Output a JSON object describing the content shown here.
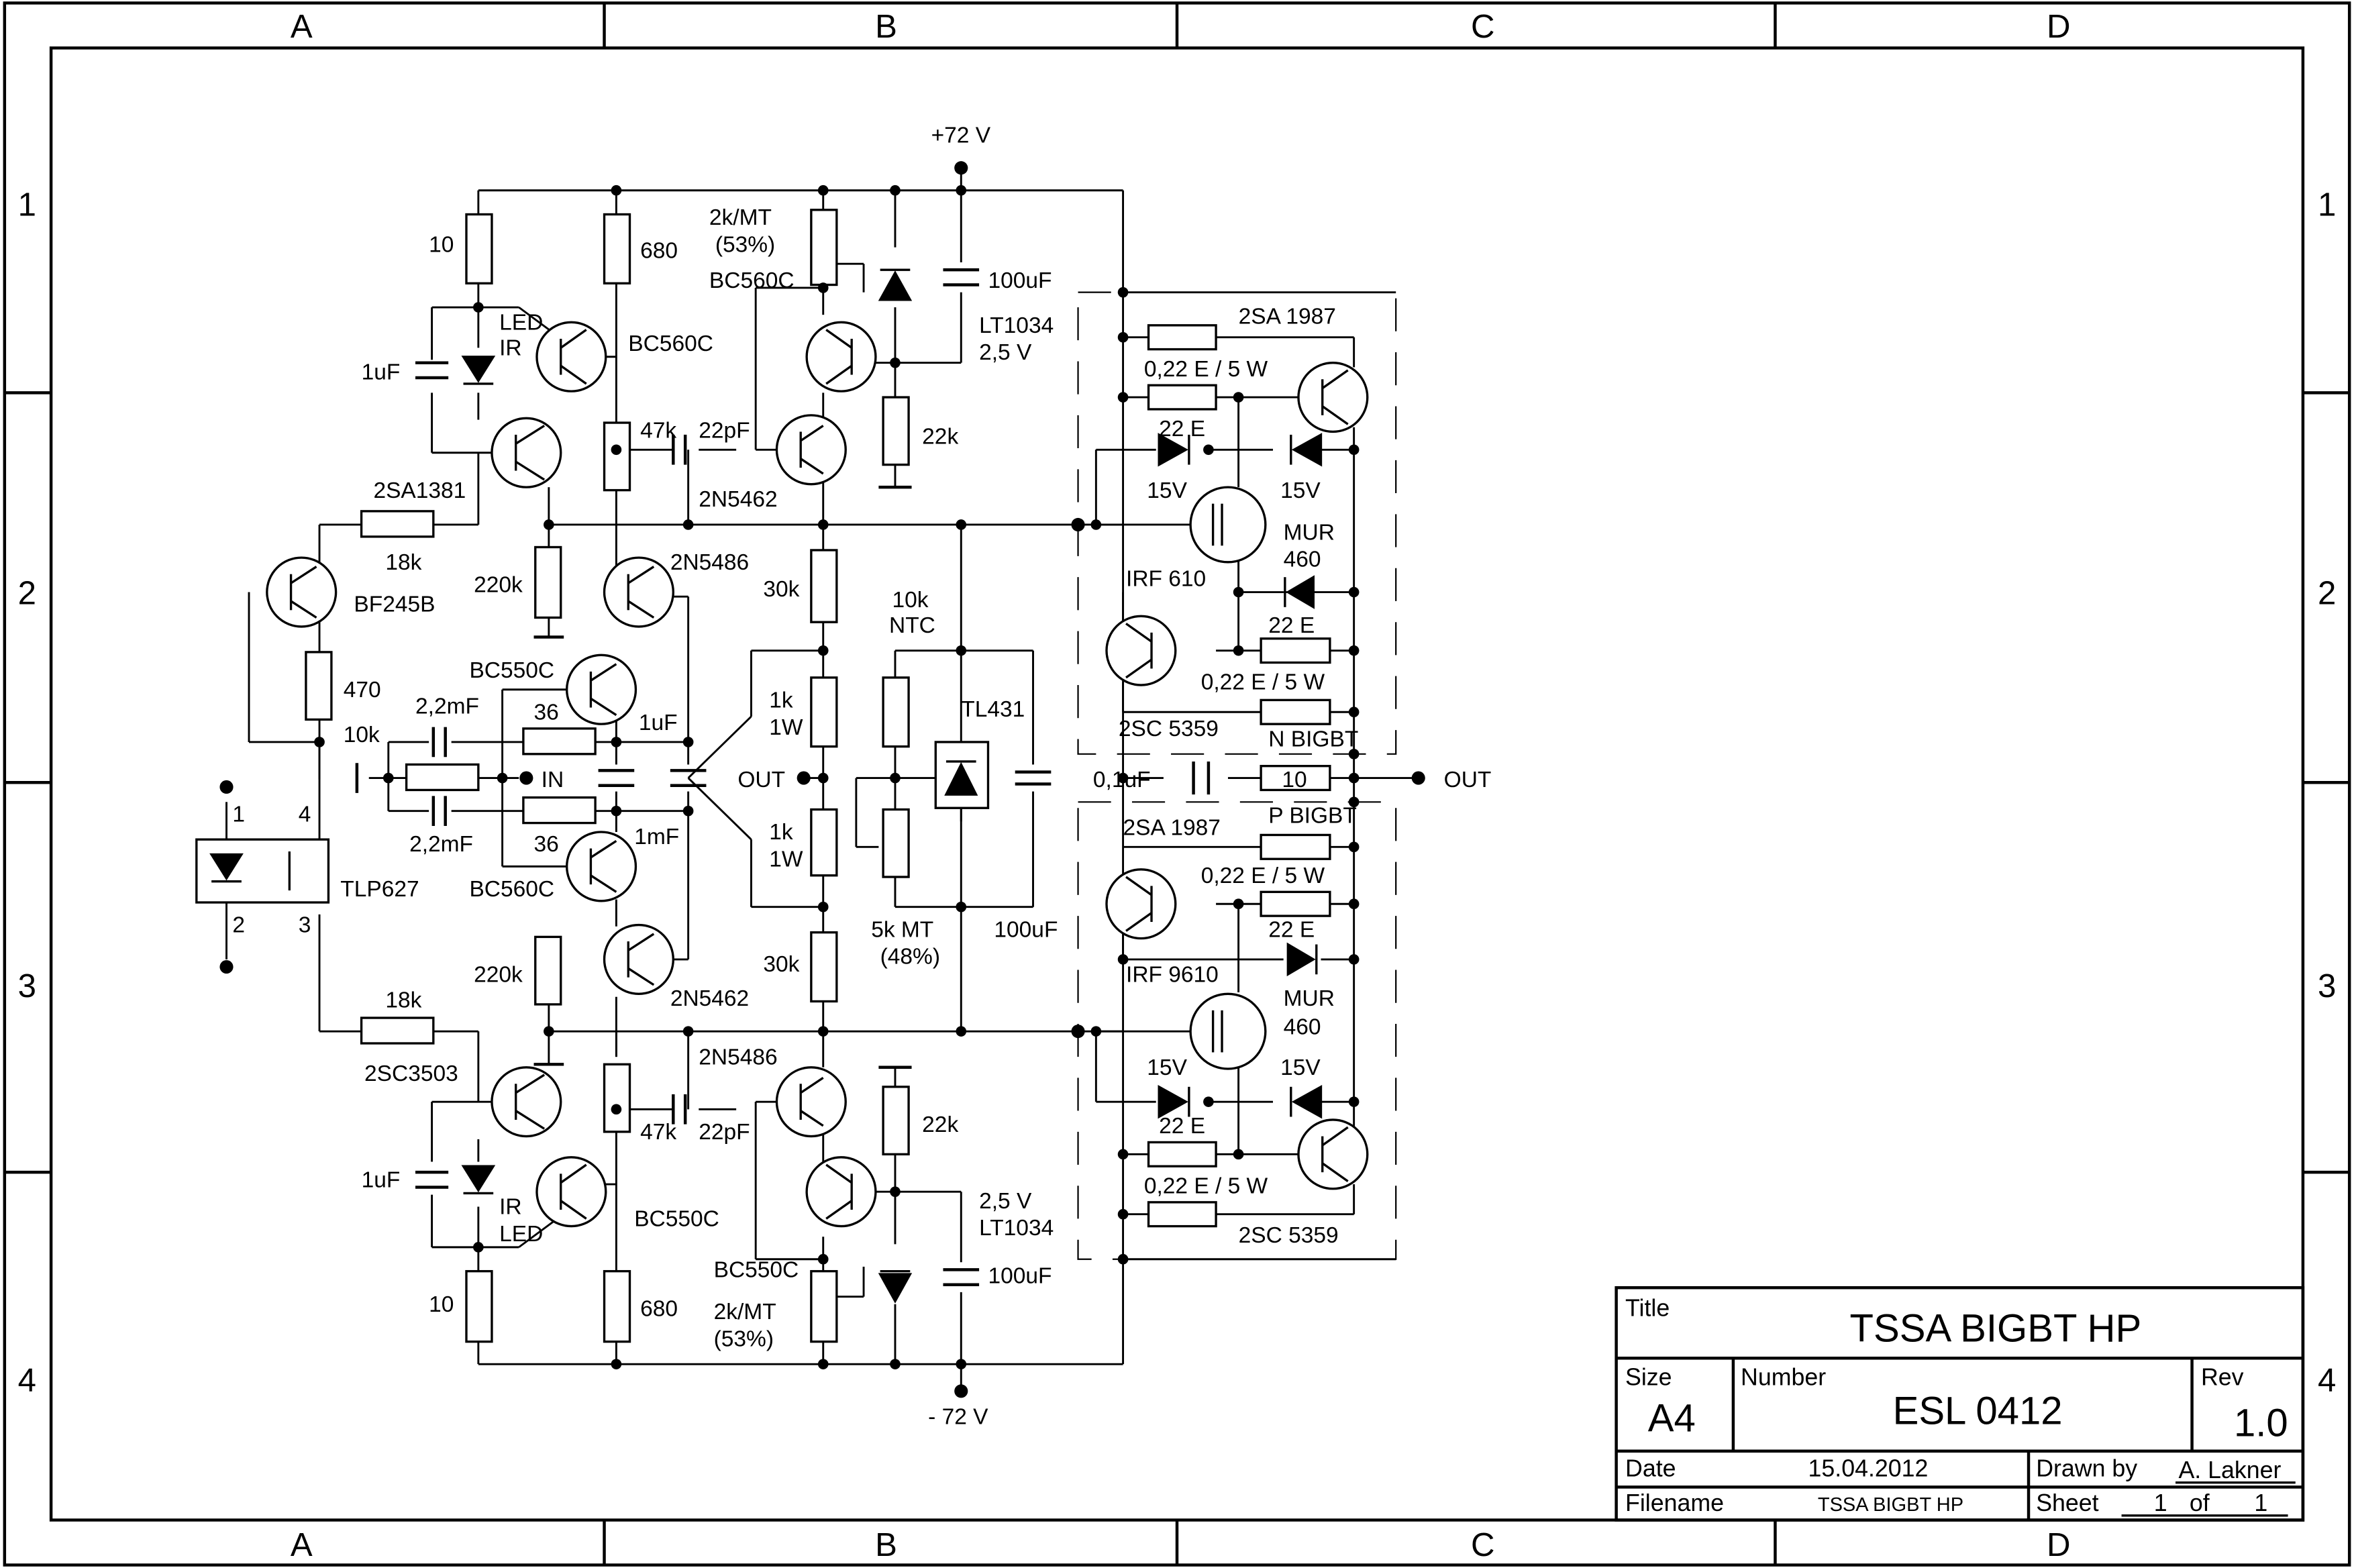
{
  "frame": {
    "columns": [
      "A",
      "B",
      "C",
      "D"
    ],
    "rows": [
      "1",
      "2",
      "3",
      "4"
    ]
  },
  "title_block": {
    "title_label": "Title",
    "title": "TSSA BIGBT HP",
    "size_label": "Size",
    "size": "A4",
    "number_label": "Number",
    "number": "ESL 0412",
    "rev_label": "Rev",
    "rev": "1.0",
    "date_label": "Date",
    "date": "15.04.2012",
    "drawn_label": "Drawn by",
    "drawn_by": "A. Lakner",
    "filename_label": "Filename",
    "filename": "TSSA BIGBT HP",
    "sheet_label": "Sheet",
    "sheet": "1",
    "of_label": "of",
    "sheets": "1"
  },
  "labels": {
    "vpos": "+72 V",
    "vneg": "- 72 V",
    "r10_top": "10",
    "r680_top": "680",
    "trim_top": "2k/MT",
    "trim_top_pct": "(53%)",
    "bc560c_top_right": "BC560C",
    "c100u_top": "100uF",
    "lt1034_top": "LT1034",
    "v25_top": "2,5 V",
    "r22k_top": "22k",
    "led_ir_top_a": "LED",
    "led_ir_top_b": "IR",
    "c1u_top": "1uF",
    "bc560c_top": "BC560C",
    "r47k_top": "47k",
    "c22p_top": "22pF",
    "q2n5462_top": "2N5462",
    "q2sa1381": "2SA1381",
    "r18k_top": "18k",
    "r220k_top": "220k",
    "q2n5486_top": "2N5486",
    "qbf245b": "BF245B",
    "r470": "470",
    "r30k_top": "30k",
    "ntc_a": "10k",
    "ntc_b": "NTC",
    "tl431": "TL431",
    "bc550c_mid": "BC550C",
    "c22m_top": "2,2mF",
    "r36_top": "36",
    "c1u_mid": "1uF",
    "r10k_in": "10k",
    "in": "IN",
    "out_mid": "OUT",
    "r1k_top_a": "1k",
    "r1k_top_b": "1W",
    "r1k_bot_a": "1k",
    "r1k_bot_b": "1W",
    "c22m_bot": "2,2mF",
    "r36_bot": "36",
    "c1m": "1mF",
    "pin1": "1",
    "pin4": "4",
    "pin2": "2",
    "pin3": "3",
    "tlp627": "TLP627",
    "bc560c_mid": "BC560C",
    "trim5k": "5k MT",
    "trim5k_pct": "(48%)",
    "c100u_mid": "100uF",
    "r220k_bot": "220k",
    "q2n5462_bot": "2N5462",
    "r30k_bot": "30k",
    "r18k_bot": "18k",
    "q2sc3503": "2SC3503",
    "q2n5486_bot": "2N5486",
    "r22k_bot": "22k",
    "r47k_bot": "47k",
    "c22p_bot": "22pF",
    "c1u_bot": "1uF",
    "led_ir_bot_a": "IR",
    "led_ir_bot_b": "LED",
    "bc550c_bot": "BC550C",
    "v25_bot": "2,5 V",
    "lt1034_bot": "LT1034",
    "bc550c_bot2": "BC550C",
    "c100u_bot": "100uF",
    "trim_bot": "2k/MT",
    "trim_bot_pct": "(53%)",
    "r10_bot": "10",
    "r680_bot": "680",
    "q2sa1987_top": "2SA 1987",
    "r022_a": "0,22 E / 5 W",
    "r22e_a": "22 E",
    "z15v_a": "15V",
    "z15v_b": "15V",
    "mur460_top_a": "MUR",
    "mur460_top_b": "460",
    "irf610": "IRF 610",
    "r22e_b": "22 E",
    "r022_b": "0,22 E / 5 W",
    "q2sc5359_top": "2SC 5359",
    "n_bigbt": "N BIGBT",
    "c01u": "0,1uF",
    "r10_out": "10",
    "out": "OUT",
    "p_bigbt": "P BIGBT",
    "q2sa1987_bot": "2SA 1987",
    "r022_c": "0,22 E / 5 W",
    "r22e_c": "22 E",
    "irf9610": "IRF 9610",
    "mur460_bot_a": "MUR",
    "mur460_bot_b": "460",
    "z15v_c": "15V",
    "z15v_d": "15V",
    "r22e_d": "22 E",
    "r022_d": "0,22 E / 5 W",
    "q2sc5359_bot": "2SC 5359"
  }
}
